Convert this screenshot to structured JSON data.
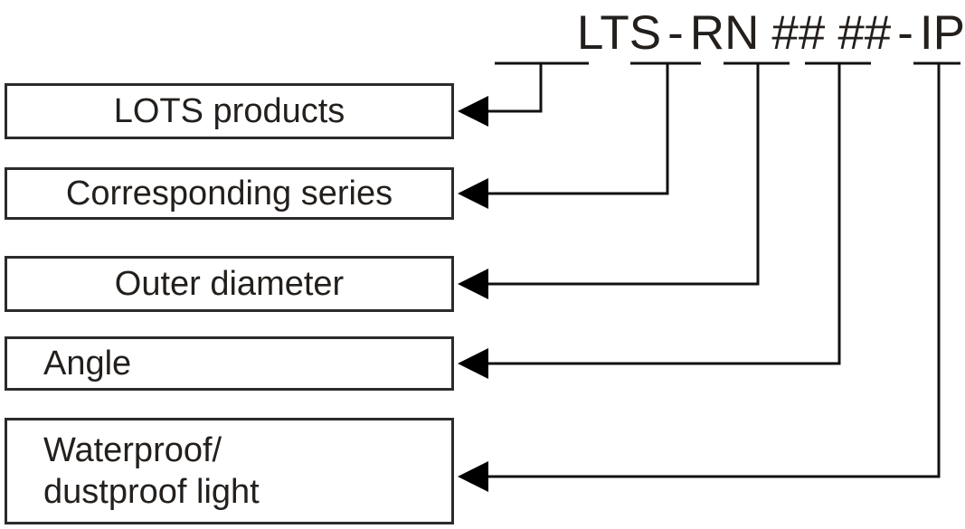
{
  "diagram": {
    "title_code": "LTS - RN ## ## - IP",
    "code_segments": [
      {
        "text": "LTS",
        "underlined": true
      },
      {
        "text": "-",
        "underlined": false
      },
      {
        "text": "RN",
        "underlined": true
      },
      {
        "text": "##",
        "underlined": true
      },
      {
        "text": "##",
        "underlined": true
      },
      {
        "text": "-",
        "underlined": false
      },
      {
        "text": "IP",
        "underlined": true
      }
    ],
    "labels": [
      {
        "lines": [
          "LOTS products"
        ],
        "align": "center"
      },
      {
        "lines": [
          "Corresponding series"
        ],
        "align": "center"
      },
      {
        "lines": [
          "Outer diameter"
        ],
        "align": "center"
      },
      {
        "lines": [
          "Angle"
        ],
        "align": "left"
      },
      {
        "lines": [
          "Waterproof/",
          "dustproof light"
        ],
        "align": "left"
      }
    ],
    "colors": {
      "ink": "#231f1c",
      "line": "#111111",
      "border": "#2b2b2b",
      "background": "#ffffff"
    }
  }
}
